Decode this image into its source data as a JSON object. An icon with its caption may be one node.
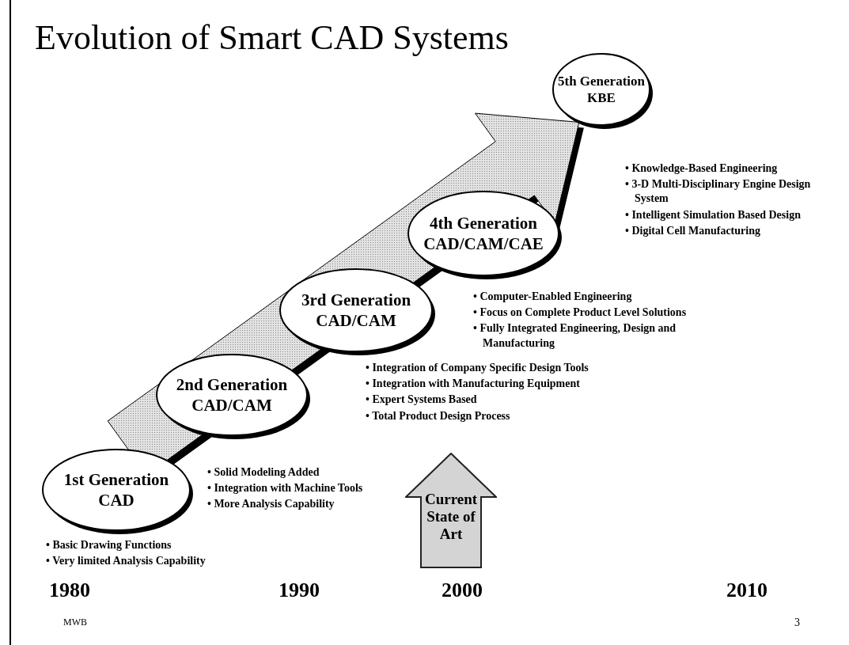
{
  "diagram": {
    "title": "Evolution of Smart CAD Systems",
    "nodes": [
      {
        "text": [
          "1st Generation",
          "CAD"
        ],
        "beside": [
          "• Basic Drawing Functions",
          "• Very limited Analysis Capability"
        ]
      },
      {
        "text": [
          "2nd Generation",
          "CAD/CAM"
        ],
        "beside": [
          "• Solid Modeling Added",
          "• Integration with Machine Tools",
          "• More Analysis Capability"
        ]
      },
      {
        "text": [
          "3rd Generation",
          "CAD/CAM"
        ],
        "beside": [
          "• Integration of Company Specific Design Tools",
          "• Integration with Manufacturing Equipment",
          "• Expert Systems Based",
          "• Total Product Design Process"
        ]
      },
      {
        "text": [
          "4th Generation",
          "CAD/CAM/CAE"
        ],
        "beside": [
          "• Computer-Enabled Engineering",
          "• Focus on Complete Product Level Solutions",
          "• Fully Integrated Engineering, Design and Manufacturing"
        ]
      },
      {
        "text": [
          "5th Generation",
          "KBE"
        ],
        "beside": [
          "• Knowledge-Based Engineering",
          "• 3-D Multi-Disciplinary Engine Design System",
          "• Intelligent Simulation Based Design",
          "• Digital Cell Manufacturing"
        ]
      },
      {
        "text": [
          "Current State of Art"
        ]
      }
    ],
    "edges": [
      {
        "from": 0,
        "to": 4,
        "arrow": "to",
        "style": "thick"
      }
    ],
    "labels": [
      "1980",
      "1990",
      "2000",
      "2010",
      "MWB",
      "3"
    ]
  }
}
